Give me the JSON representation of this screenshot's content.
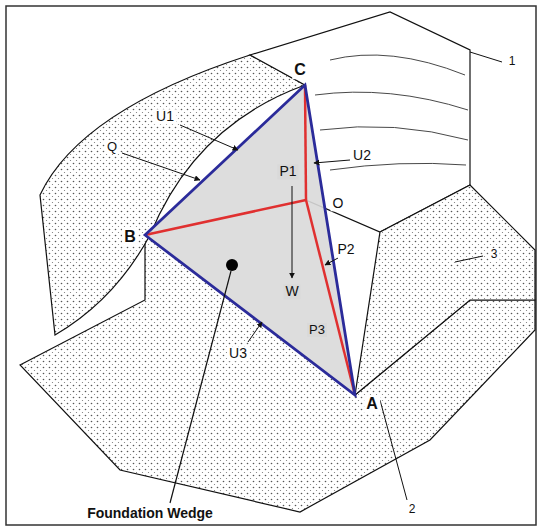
{
  "diagram": {
    "labels": [
      "C",
      "U1",
      "Q",
      "B",
      "P1",
      "U2",
      "O",
      "P2",
      "W",
      "P3",
      "U3",
      "A",
      "1",
      "2",
      "3",
      "Foundation Wedge"
    ]
  }
}
